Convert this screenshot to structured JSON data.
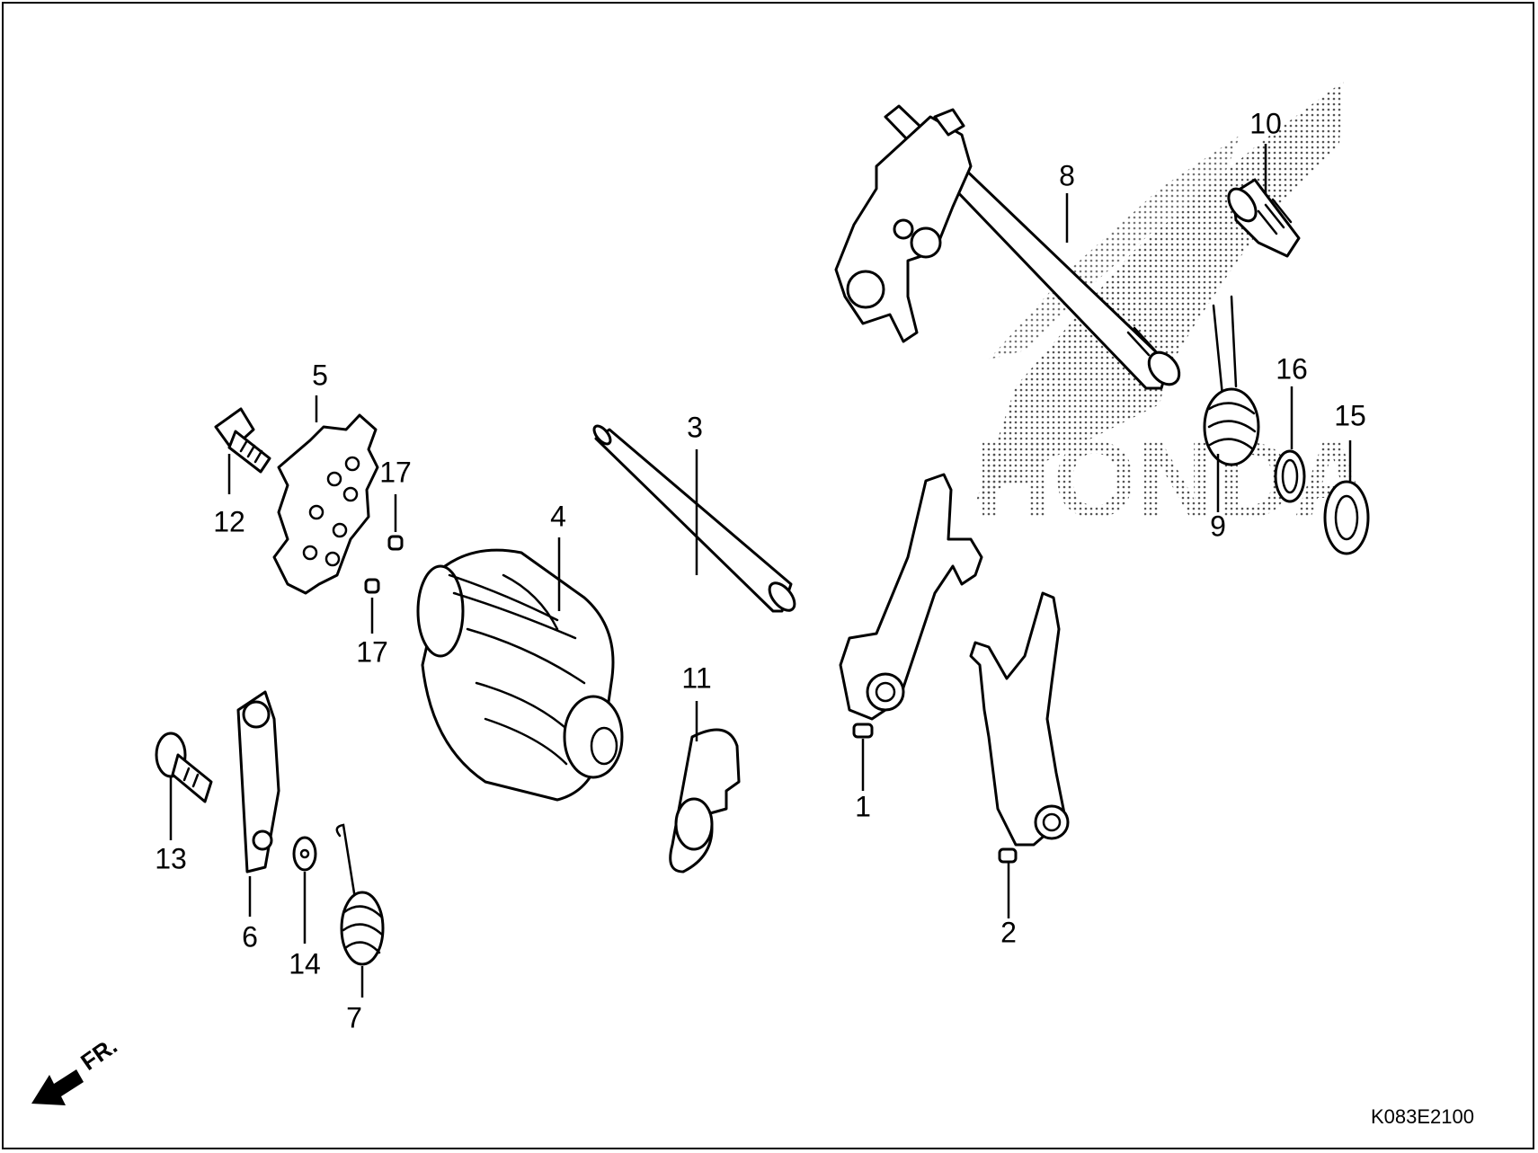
{
  "diagram": {
    "drawing_code": "K083E2100",
    "direction_marker": "FR.",
    "watermark_text": "HONDA",
    "callouts": [
      "1",
      "2",
      "3",
      "4",
      "5",
      "6",
      "7",
      "8",
      "9",
      "10",
      "11",
      "12",
      "13",
      "14",
      "15",
      "16",
      "17",
      "17"
    ]
  }
}
